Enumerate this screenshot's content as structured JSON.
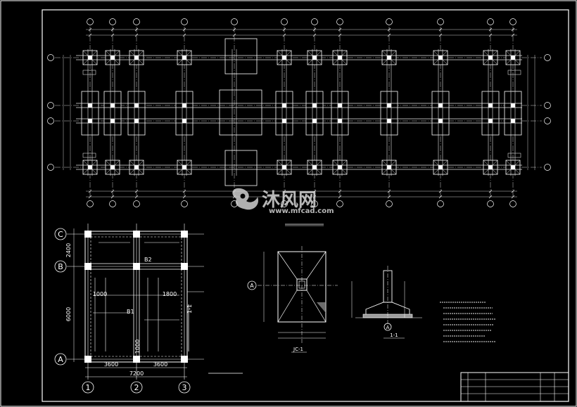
{
  "watermark": {
    "brand": "沐风网",
    "url": "www.mfcad.com"
  },
  "detail_plan": {
    "axis_rows": [
      "C",
      "B",
      "A"
    ],
    "axis_cols": [
      "1",
      "2",
      "3"
    ],
    "dims_vertical": [
      "2400",
      "6000"
    ],
    "dims_horizontal": [
      "3600",
      "3600"
    ],
    "dim_total": "7200",
    "slab_labels": [
      "B2",
      "B1"
    ],
    "inner_dims": [
      "1000",
      "1800",
      "1000"
    ],
    "section_mark": "1-1"
  },
  "footing_detail": {
    "axis_mark": "A",
    "label": "JC-1"
  },
  "section_detail": {
    "axis_mark": "A",
    "label": "1-1"
  },
  "colors": {
    "background": "#000000",
    "frame": "#ffffff",
    "axis": "#ffffff",
    "beam": "#e8e8e8",
    "hatch": "#bdbdbd"
  }
}
